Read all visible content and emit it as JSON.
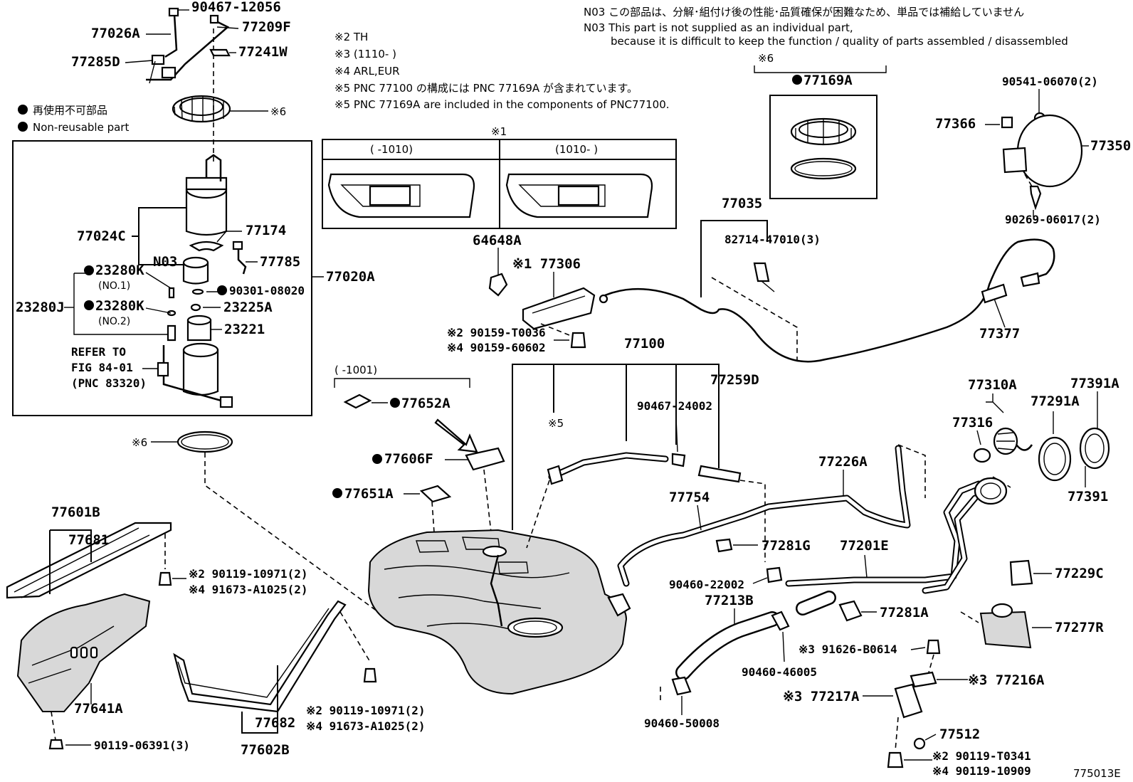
{
  "notes": {
    "n03_jp": "N03 この部品は、分解･組付け後の性能･品質確保が困難なため、単品では補給していません",
    "n03_en_1": "N03 This part is not supplied as an individual part,",
    "n03_en_2": "because it is difficult to keep the function / quality of parts assembled / disassembled",
    "sym2": "※2 TH",
    "sym3": "※3 (1110-      )",
    "sym4": "※4 ARL,EUR",
    "sym5_jp": "※5 PNC 77100 の構成には PNC 77169A が含まれています。",
    "sym5_en": "※5 PNC 77169A are included in the components of PNC77100.",
    "legend_jp": "再使用不可部品",
    "legend_en": "Non-reusable part",
    "refer_1": "REFER TO",
    "refer_2": "FIG 84-01",
    "refer_3": "(PNC 83320)",
    "fig_code": "775013E"
  },
  "boxes": {
    "b1_label": "※1",
    "b1_left": "(     -1010)",
    "b1_right": "(1010-      )",
    "b6_label": "※6",
    "b1001": "(     -1001)"
  },
  "parts": {
    "p90467_12056": "90467-12056",
    "p77026A": "77026A",
    "p77209F": "77209F",
    "p77285D": "77285D",
    "p77241W": "77241W",
    "p_s6a": "※6",
    "p77024C": "77024C",
    "p77174": "77174",
    "pN03": "N03",
    "p77785": "77785",
    "p77020A": "77020A",
    "p23280K1": "23280K",
    "pNO1": "(NO.1)",
    "p90301": "90301-08020",
    "p23280J": "23280J",
    "p23280K2": "23280K",
    "pNO2": "(NO.2)",
    "p23225A": "23225A",
    "p23221": "23221",
    "p_s6b": "※6",
    "p77601B": "77601B",
    "p77681": "77681",
    "p90119_10971a": "※2 90119-10971(2)",
    "p91673_a": "※4 91673-A1025(2)",
    "p77641A": "77641A",
    "p90119_06391": "90119-06391(3)",
    "p77682": "77682",
    "p77602B": "77602B",
    "p90119_10971b": "※2 90119-10971(2)",
    "p91673_b": "※4 91673-A1025(2)",
    "p64648A": "64648A",
    "p77306": "※1 77306",
    "p90159_T0036": "※2 90159-T0036",
    "p90159_60602": "※4 90159-60602",
    "p77652A": "77652A",
    "p77606F": "77606F",
    "p77651A": "77651A",
    "p77100": "77100",
    "p_s5": "※5",
    "p90467_24002": "90467-24002",
    "p77259D": "77259D",
    "p77754": "77754",
    "p77226A": "77226A",
    "p77281G": "77281G",
    "p90460_22002": "90460-22002",
    "p77213B": "77213B",
    "p77201E": "77201E",
    "p90460_46005": "90460-46005",
    "p90460_50008": "90460-50008",
    "p77281A": "77281A",
    "p91626": "※3 91626-B0614",
    "p77216A": "※3 77216A",
    "p77217A": "※3 77217A",
    "p77512": "77512",
    "p90119_T0341": "※2 90119-T0341",
    "p90119_10909": "※4 90119-10909",
    "p77169A": "77169A",
    "p77035": "77035",
    "p82714": "82714-47010(3)",
    "p77377": "77377",
    "p90541": "90541-06070(2)",
    "p77366": "77366",
    "p77350": "77350",
    "p90269": "90269-06017(2)",
    "p77310A": "77310A",
    "p77316": "77316",
    "p77291A": "77291A",
    "p77391A": "77391A",
    "p77391": "77391",
    "p77229C": "77229C",
    "p77277R": "77277R"
  }
}
